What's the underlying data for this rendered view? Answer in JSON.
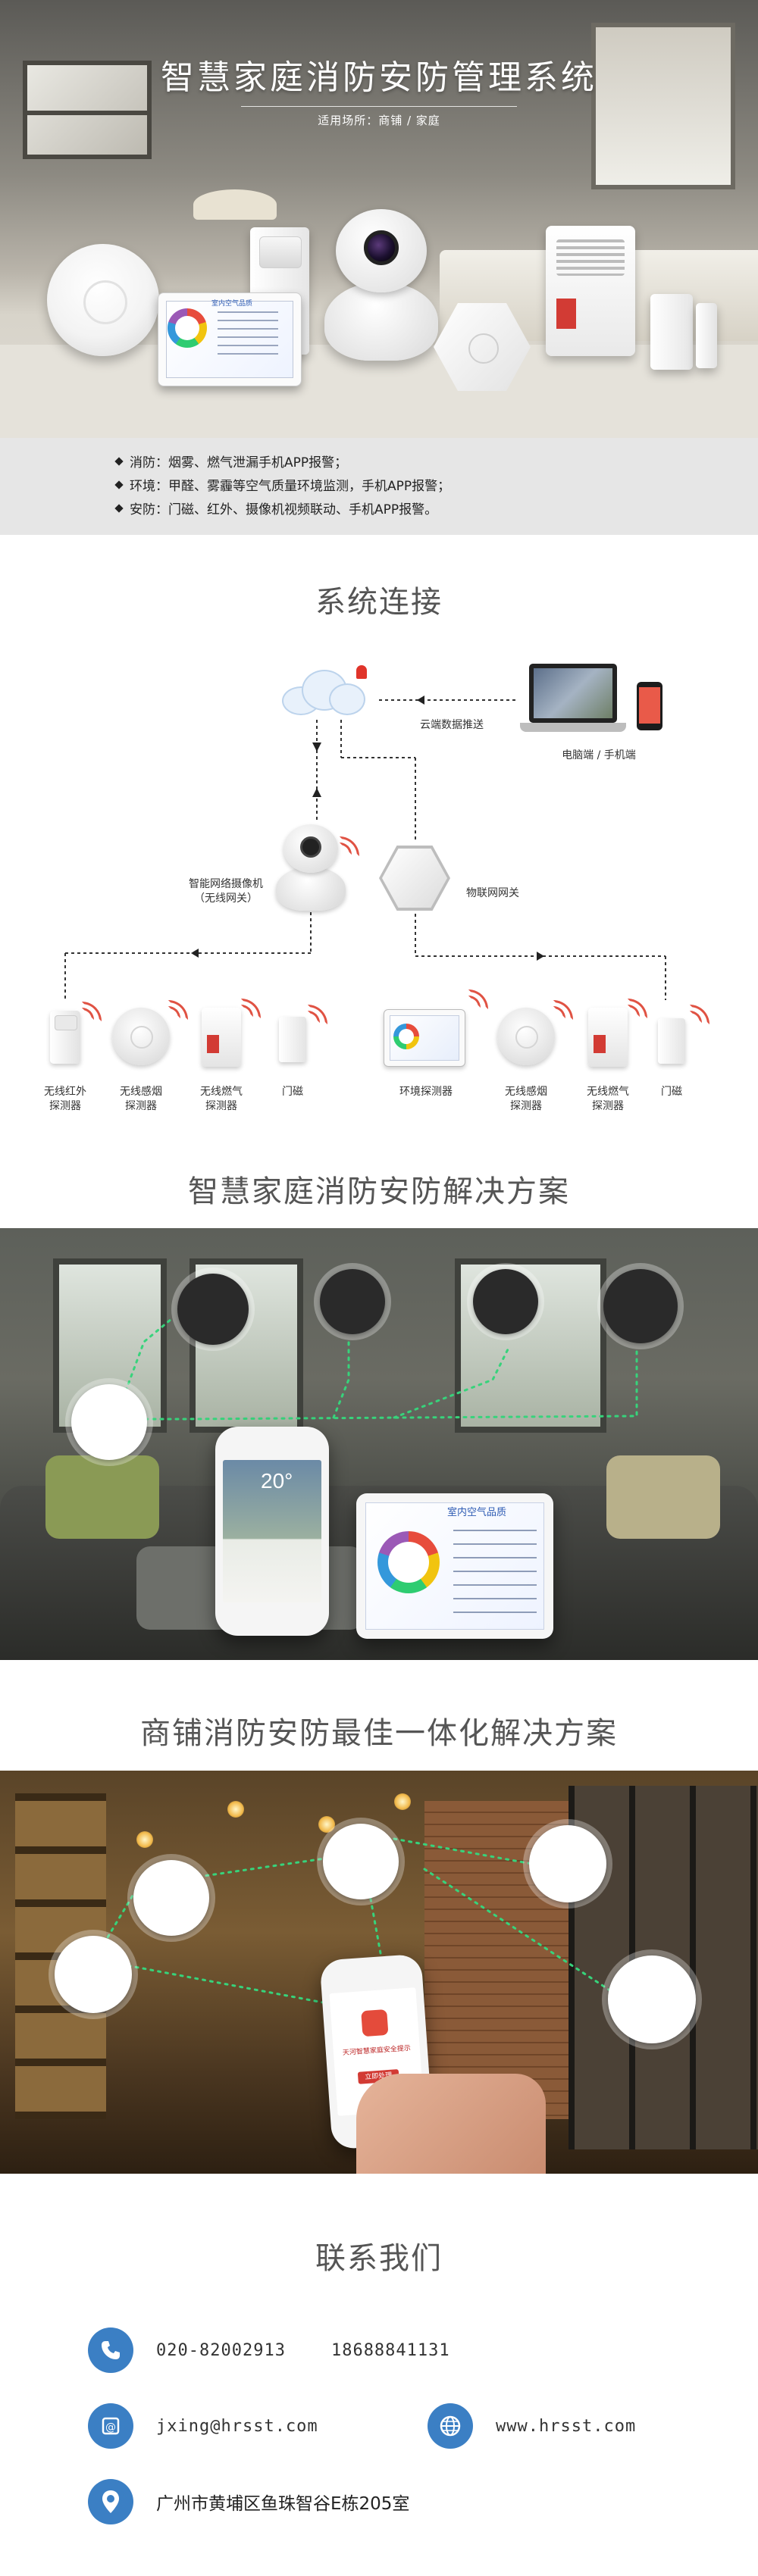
{
  "hero": {
    "title": "智慧家庭消防安防管理系统",
    "subtitle": "适用场所：商铺 / 家庭",
    "panel_title": "室内空气品质"
  },
  "features": [
    "消防：烟雾、燃气泄漏手机APP报警；",
    "环境：甲醛、雾霾等空气质量环境监测，手机APP报警；",
    "安防：门磁、红外、摄像机视频联动、手机APP报警。"
  ],
  "connection": {
    "title": "系统连接",
    "cloud_push_label": "云端数据推送",
    "endpoint_label": "电脑端 / 手机端",
    "camera_label_1": "智能网络摄像机",
    "camera_label_2": "（无线网关）",
    "gateway_label": "物联网网关",
    "left_devices": [
      {
        "line1": "无线红外",
        "line2": "探测器"
      },
      {
        "line1": "无线感烟",
        "line2": "探测器"
      },
      {
        "line1": "无线燃气",
        "line2": "探测器"
      },
      {
        "line1": "门磁",
        "line2": ""
      }
    ],
    "right_devices": [
      {
        "line1": "环境探测器",
        "line2": ""
      },
      {
        "line1": "无线感烟",
        "line2": "探测器"
      },
      {
        "line1": "无线燃气",
        "line2": "探测器"
      },
      {
        "line1": "门磁",
        "line2": ""
      }
    ]
  },
  "home_solution": {
    "title": "智慧家庭消防安防解决方案",
    "weather_temp": "20°",
    "tablet_title": "室内空气品质"
  },
  "shop_solution": {
    "title": "商铺消防安防最佳一体化解决方案",
    "alert_text": "天河智慧家庭安全提示",
    "alert_button": "立即处理"
  },
  "contact": {
    "title": "联系我们",
    "phone1": "020-82002913",
    "phone2": "18688841131",
    "email": "jxing@hrsst.com",
    "website": "www.hrsst.com",
    "address": "广州市黄埔区鱼珠智谷E栋205室"
  },
  "colors": {
    "accent_blue": "#3b7fc4",
    "alarm_red": "#e05243",
    "link_green": "#37d37b"
  }
}
